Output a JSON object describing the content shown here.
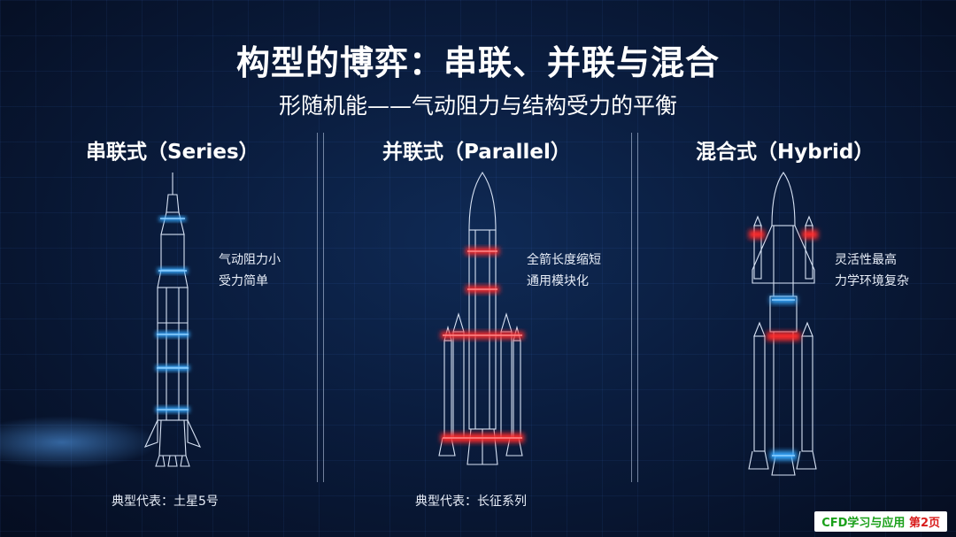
{
  "title": "构型的博弈：串联、并联与混合",
  "subtitle": "形随机能——气动阻力与结构受力的平衡",
  "columns": [
    {
      "heading": "串联式（Series）",
      "notes": [
        "气动阻力小",
        "受力简单"
      ],
      "example": "典型代表：土星5号",
      "accent": "#35a8ff"
    },
    {
      "heading": "并联式（Parallel）",
      "notes": [
        "全箭长度缩短",
        "通用模块化"
      ],
      "example": "典型代表：长征系列",
      "accent": "#ff2a2a"
    },
    {
      "heading": "混合式（Hybrid）",
      "notes": [
        "灵活性最高",
        "力学环境复杂"
      ],
      "example": "",
      "accent": "#ff3333"
    }
  ],
  "badge": {
    "label": "CFD学习与应用",
    "page": "第2页"
  },
  "colors": {
    "line": "#d8e3f5",
    "blue_glow": "#35a8ff",
    "red_glow": "#ff2a2a"
  }
}
